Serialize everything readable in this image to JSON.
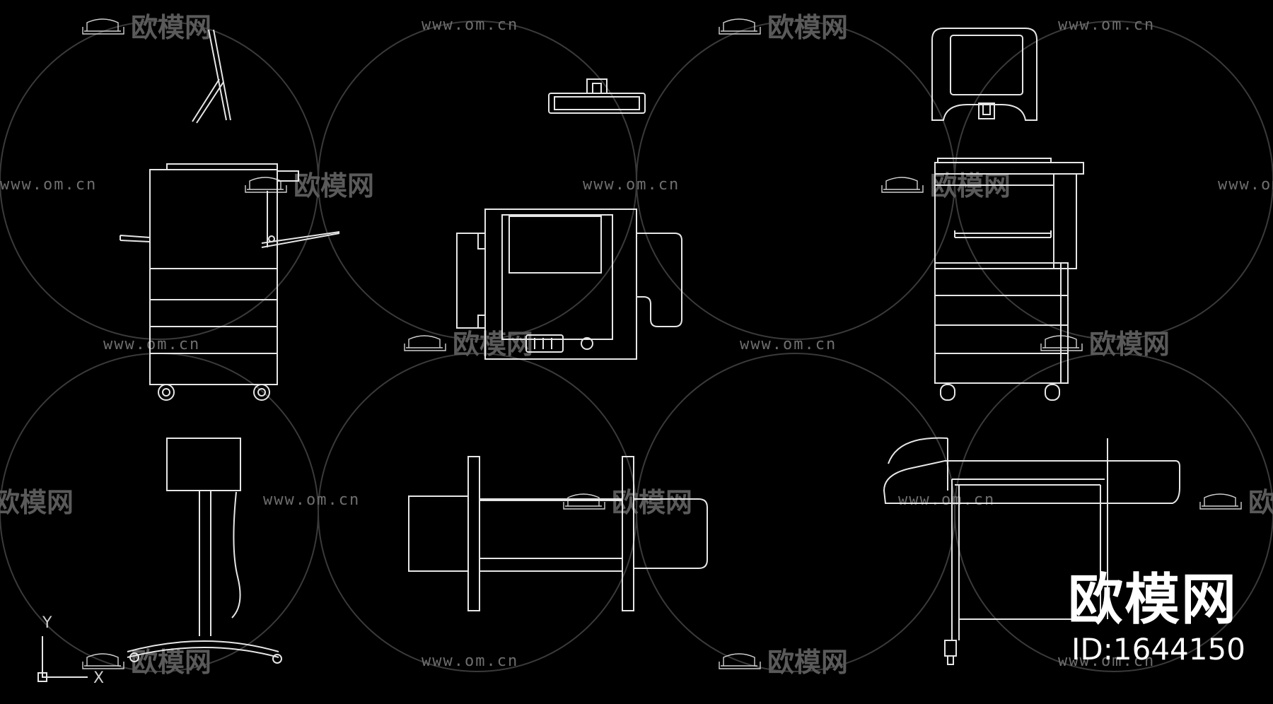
{
  "watermark": {
    "url_text": "www.om.cn",
    "brand_text": "欧模网"
  },
  "brand_logo": {
    "text": "欧模网",
    "id_text": "ID:1644150"
  },
  "ucs_icon": {
    "y_label": "Y",
    "x_label": "X"
  },
  "colors": {
    "background": "#000000",
    "lines": "#e6e6e6",
    "watermark": "#6e6e6e"
  }
}
